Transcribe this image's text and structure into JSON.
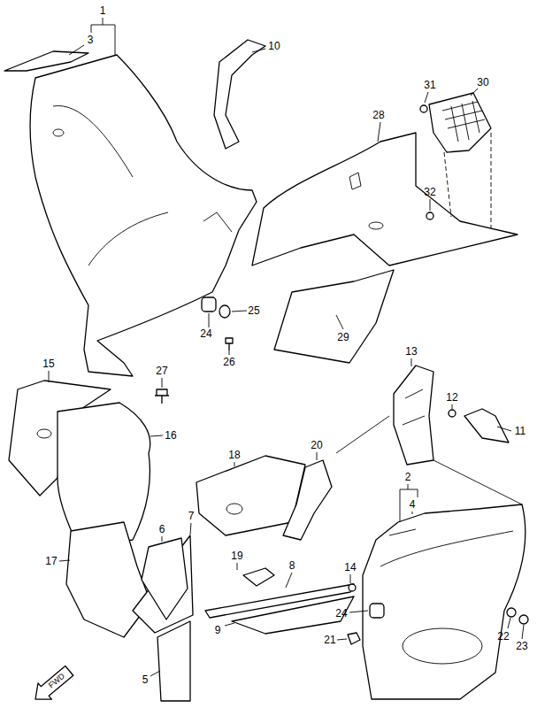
{
  "diagram": {
    "labels": [
      "1",
      "3",
      "10",
      "31",
      "30",
      "28",
      "32",
      "25",
      "24",
      "26",
      "29",
      "27",
      "15",
      "13",
      "12",
      "11",
      "16",
      "20",
      "18",
      "2",
      "4",
      "7",
      "6",
      "17",
      "19",
      "8",
      "14",
      "24",
      "9",
      "21",
      "22",
      "23",
      "5",
      "FWD"
    ]
  }
}
